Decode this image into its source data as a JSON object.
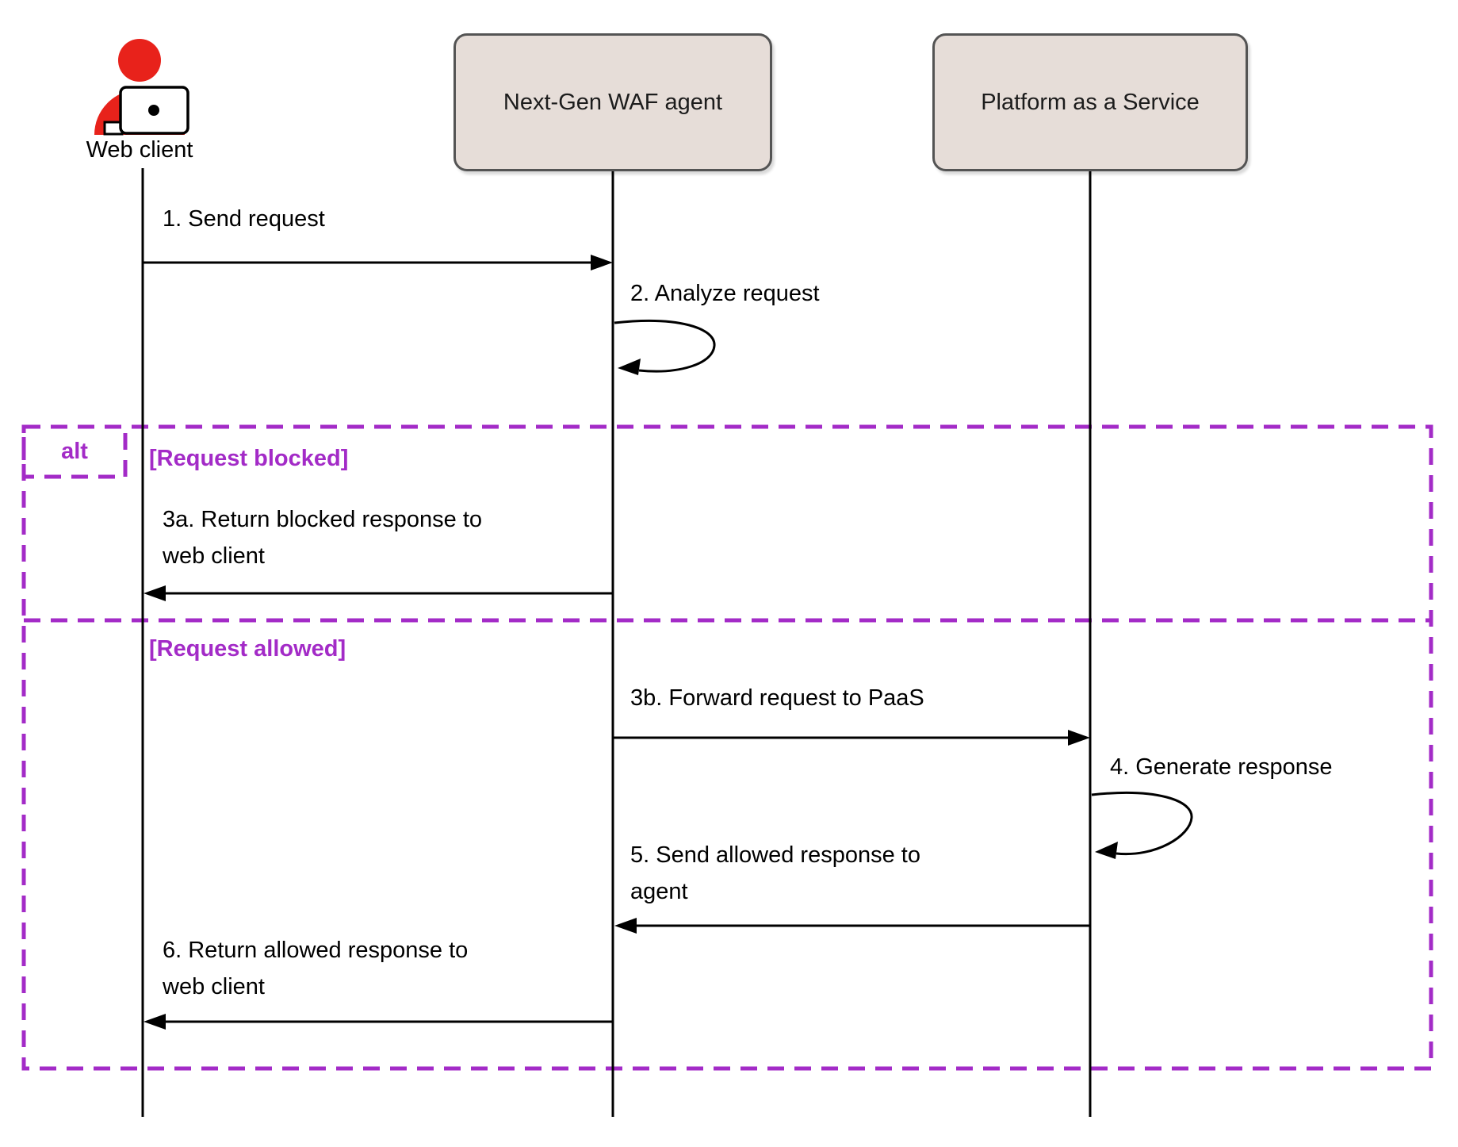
{
  "colors": {
    "purple": "#A32BC7",
    "red": "#E8221B",
    "participant_fill": "#E6DDD8",
    "participant_border": "#545454",
    "operator_fill": "#F5F5F5",
    "line_black": "#000000"
  },
  "participants": [
    {
      "label": "Web client"
    },
    {
      "label": "Next-Gen WAF agent"
    },
    {
      "label": "Platform as a Service"
    }
  ],
  "frame": {
    "operator": "alt",
    "guard_blocked": "[Request blocked]",
    "guard_allowed": "[Request allowed]"
  },
  "messages": {
    "m1": {
      "text": "1. Send request"
    },
    "m2": {
      "text": "2. Analyze request"
    },
    "m3a": {
      "line1": "3a. Return blocked response to",
      "line2": "web client"
    },
    "m3b": {
      "text": "3b. Forward request to PaaS"
    },
    "m4": {
      "text": "4. Generate response"
    },
    "m5": {
      "line1": "5. Send allowed response to",
      "line2": "agent"
    },
    "m6": {
      "line1": "6. Return allowed response to",
      "line2": "web client"
    }
  }
}
